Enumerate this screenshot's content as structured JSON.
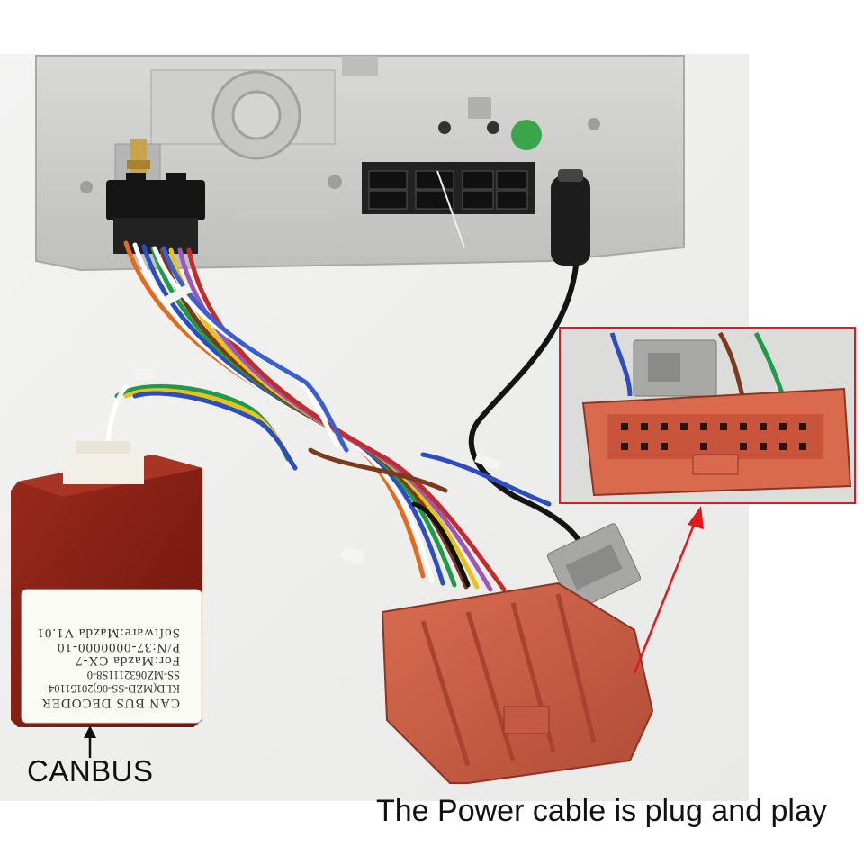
{
  "caption": "The Power cable is plug and play",
  "arrow_label": "CANBUS",
  "decoder_sticker": {
    "line1": "CAN BUS DECODER",
    "line2": "KLD(MZD-SS-06)20151104",
    "line3": "SS-MZ0632111S8-0",
    "line4": "For:Mazda CX-7",
    "line5": "P/N:37-0000000-10",
    "line6": "Software:Mazda V1.01"
  },
  "colors": {
    "connector": "#c8604a",
    "decoder_box": "#8a1c12",
    "highlight_frame": "#e0191e"
  }
}
